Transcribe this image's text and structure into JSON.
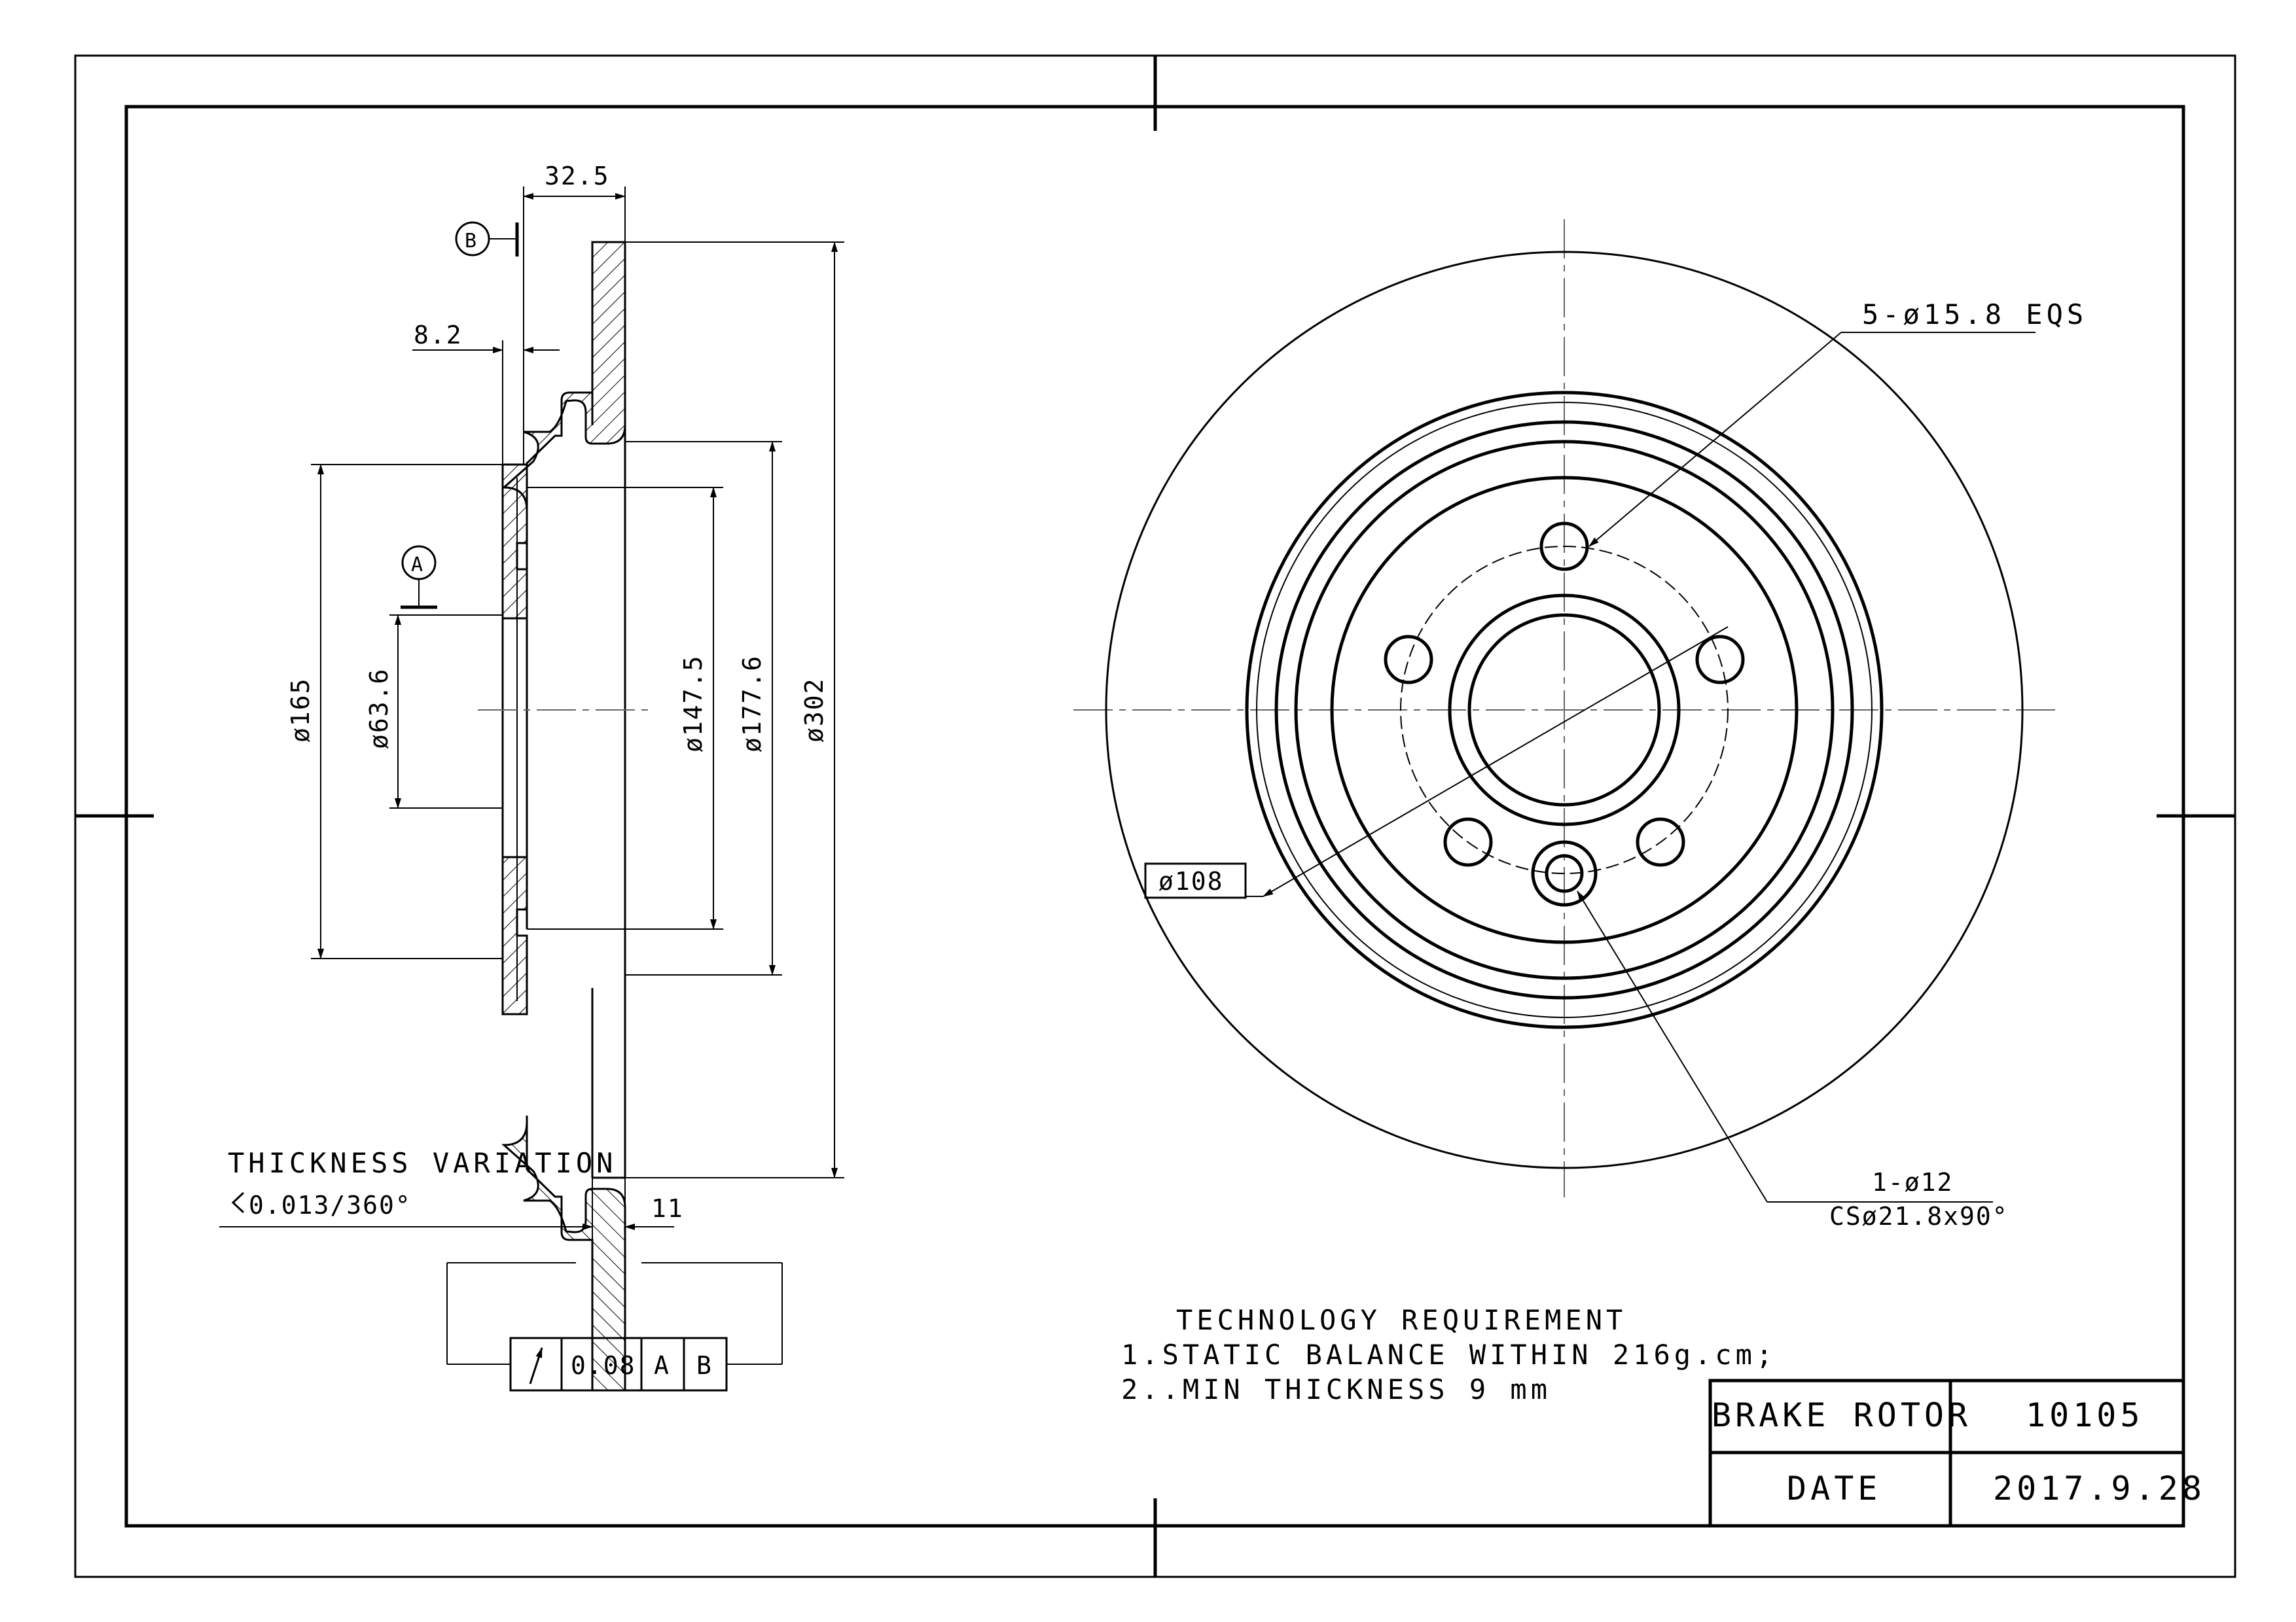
{
  "dimensions": {
    "d_32_5": "32.5",
    "d_8_2": "8.2",
    "d_165": "ø165",
    "d_63_6": "ø63.6",
    "d_147_5": "ø147.5",
    "d_177_6": "ø177.6",
    "d_302": "ø302",
    "d_11": "11",
    "bolt_holes": "5-ø15.8 EQS",
    "pcd": "ø108",
    "aux_hole_1": "1-ø12",
    "aux_hole_2": "CSø21.8x90°"
  },
  "datums": {
    "a": "A",
    "b": "B"
  },
  "tolerance": {
    "runout_value": "0.08",
    "datum_a": "A",
    "datum_b": "B",
    "thickness_title": "THICKNESS VARIATION",
    "thickness_value": "0.013/360°"
  },
  "tech": {
    "title": "TECHNOLOGY REQUIREMENT",
    "line1": "1.STATIC BALANCE WITHIN 216g.cm;",
    "line2": "2..MIN THICKNESS 9 mm"
  },
  "title_block": {
    "name_label": "BRAKE ROTOR",
    "part_number": "10105",
    "date_label": "DATE",
    "date_value": "2017.9.28"
  }
}
